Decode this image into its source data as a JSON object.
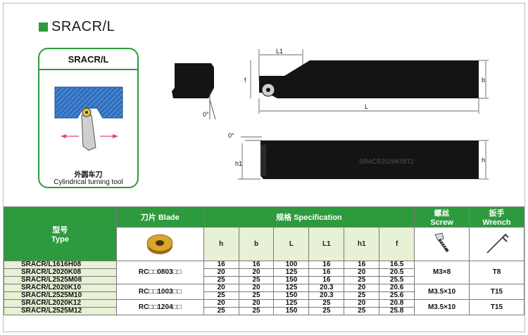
{
  "title": "SRACR/L",
  "card": {
    "header": "SRACR/L",
    "caption_cn": "外圆车刀",
    "caption_en": "Cylindrical turning tool"
  },
  "drawing": {
    "dim_L1": "L1",
    "dim_f": "f",
    "dim_b": "b",
    "dim_L": "L",
    "dim_h": "h",
    "dim_h1": "h1",
    "angle_side": "0°",
    "angle_top": "0°",
    "engraving": "SRACR2020K08T2"
  },
  "table": {
    "headers": {
      "type_cn": "型号",
      "type_en": "Type",
      "blade_cn": "刀片",
      "blade_en": "Blade",
      "spec_cn": "规格",
      "spec_en": "Specification",
      "screw_cn": "螺丝",
      "screw_en": "Screw",
      "wrench_cn": "扳手",
      "wrench_en": "Wrench"
    },
    "columns": [
      "h",
      "b",
      "L",
      "L1",
      "h1",
      "f"
    ],
    "rows": [
      {
        "type": "SRACR/L1616H08",
        "h": "16",
        "b": "16",
        "L": "100",
        "L1": "16",
        "h1": "16",
        "f": "16.5"
      },
      {
        "type": "SRACR/L2020K08",
        "h": "20",
        "b": "20",
        "L": "125",
        "L1": "16",
        "h1": "20",
        "f": "20.5"
      },
      {
        "type": "SRACR/L2525M08",
        "h": "25",
        "b": "25",
        "L": "150",
        "L1": "16",
        "h1": "25",
        "f": "25.5"
      },
      {
        "type": "SRACR/L2020K10",
        "h": "20",
        "b": "20",
        "L": "125",
        "L1": "20.3",
        "h1": "20",
        "f": "20.6"
      },
      {
        "type": "SRACR/L2525M10",
        "h": "25",
        "b": "25",
        "L": "150",
        "L1": "20.3",
        "h1": "25",
        "f": "25.6"
      },
      {
        "type": "SRACR/L2020K12",
        "h": "20",
        "b": "20",
        "L": "125",
        "L1": "25",
        "h1": "20",
        "f": "20.8"
      },
      {
        "type": "SRACR/L2525M12",
        "h": "25",
        "b": "25",
        "L": "150",
        "L1": "25",
        "h1": "25",
        "f": "25.8"
      }
    ],
    "blades": [
      "RC□□0803□□",
      "RC□□1003□□",
      "RC□□1204□□"
    ],
    "screws": [
      "M3×8",
      "M3.5×10",
      "M3.5×10"
    ],
    "wrenches": [
      "T8",
      "T15",
      "T15"
    ]
  }
}
